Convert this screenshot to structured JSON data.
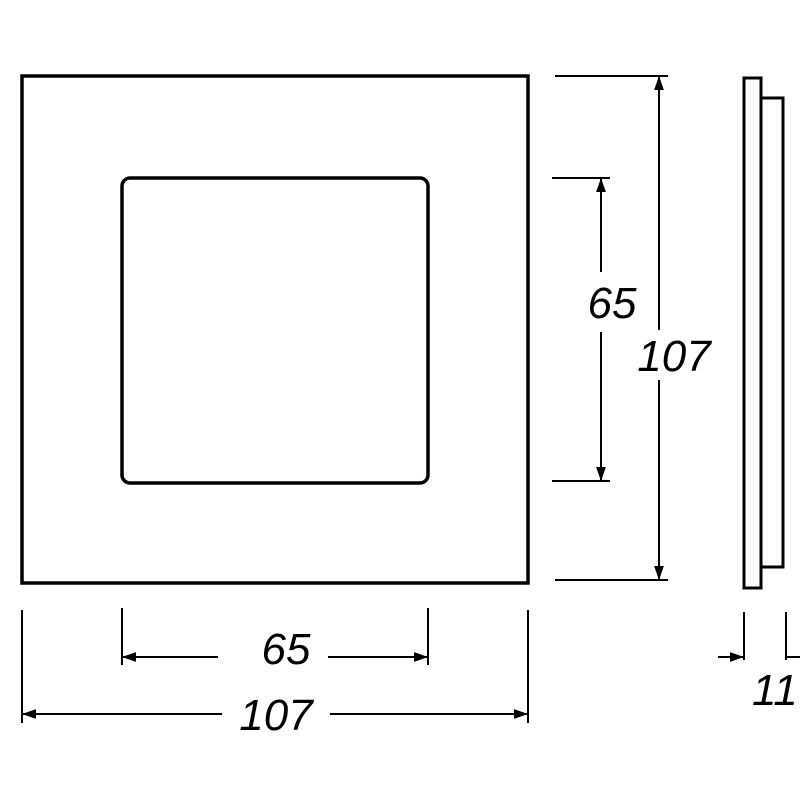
{
  "front_view": {
    "outer_width_label": "107",
    "inner_width_label": "65",
    "inner_height_label": "65",
    "outer_height_label": "107"
  },
  "side_view": {
    "depth_label": "11"
  },
  "colors": {
    "stroke": "#000000",
    "background": "#ffffff"
  }
}
